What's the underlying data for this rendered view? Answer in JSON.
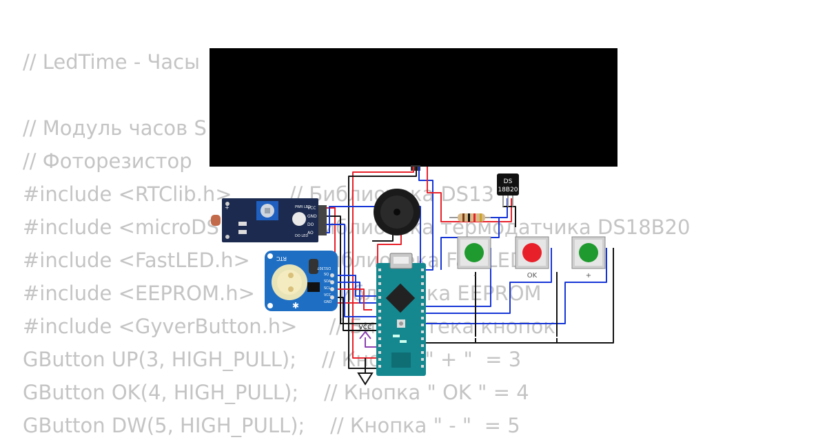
{
  "code_lines": [
    "// LedTime - Часы",
    "",
    "// Модуль часов S",
    "// Фоторезистор ",
    "#include <RTClib.h>         // Библиотека DS13",
    "#include <microDS           // Библиотека термодатчика DS18B20",
    "#include <FastLED.h>       // Библиотека FastLED",
    "#include <EEPROM.h>        // Библиотека EEPROM",
    "#include <GyverButton.h>     // Библиотека кнопок",
    "GButton UP(3, HIGH_PULL);    // Кнопка \" + \"  = 3",
    "GButton OK(4, HIGH_PULL);    // Кнопка \" OK \" = 4",
    "GButton DW(5, HIGH_PULL);    // Кнопка \" - \"  = 5"
  ],
  "components": {
    "temp_sensor": {
      "label_line1": "DS",
      "label_line2": "18B20"
    },
    "rtc": {
      "label": "RTC",
      "chip": "DS1307",
      "pins": [
        "SQ",
        "SDA",
        "SCL",
        "VCC",
        "GND"
      ]
    },
    "light_sensor": {
      "pins": [
        "VCC",
        "GND",
        "DO",
        "AO"
      ],
      "leds": [
        "PWR LED",
        "DO LED"
      ]
    },
    "buttons": [
      {
        "label": "-",
        "color": "#1f9a2e"
      },
      {
        "label": "OK",
        "color": "#e8202a"
      },
      {
        "label": "+",
        "color": "#1f9a2e"
      }
    ],
    "power": {
      "vcc_label": "VCC"
    }
  },
  "colors": {
    "wire_red": "#e8202a",
    "wire_blue": "#1535d6",
    "wire_black": "#111111",
    "wire_white": "#ffffff",
    "nano_board": "#15878f",
    "module_board": "#1b2a4e",
    "rtc_board": "#1e6fc4",
    "display": "#000000",
    "code_text": "#c4c4c4"
  }
}
